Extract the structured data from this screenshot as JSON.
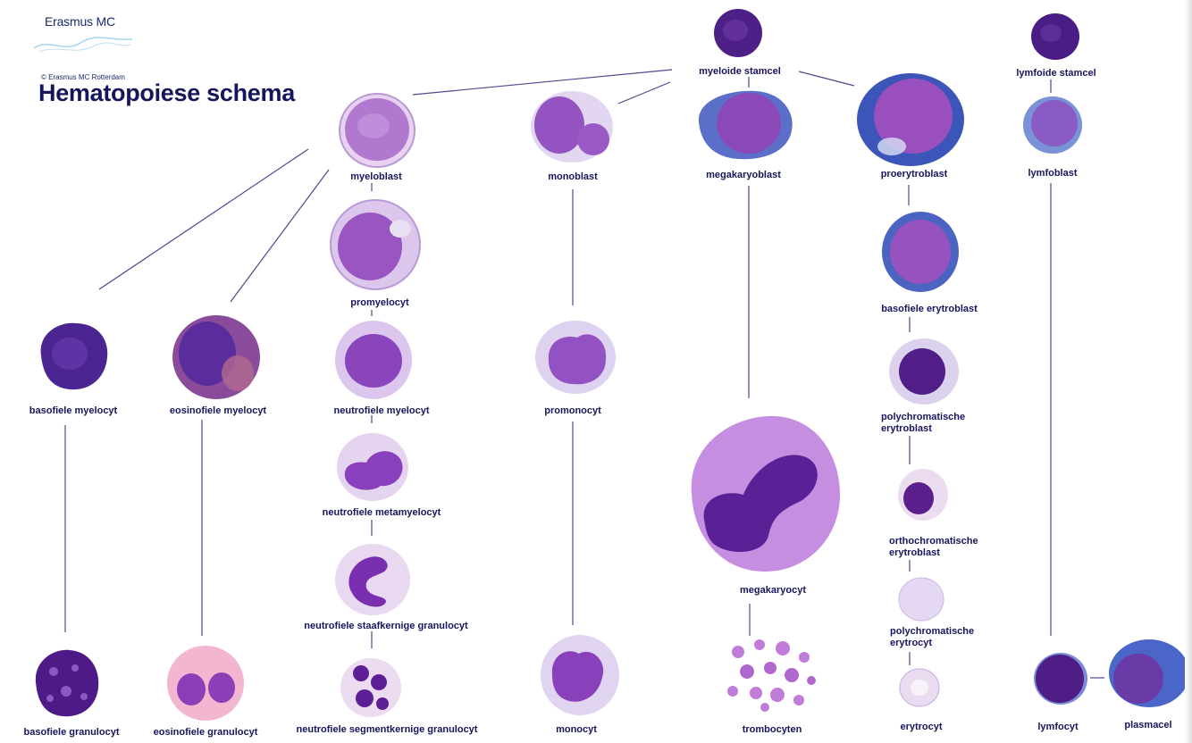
{
  "header": {
    "logo_name": "Erasmus MC",
    "copyright": "© Erasmus MC Rotterdam",
    "title": "Hematopoiese schema"
  },
  "cells": {
    "myeloide_stamcel": "myeloide stamcel",
    "lymfoide_stamcel": "lymfoide stamcel",
    "myeloblast": "myeloblast",
    "monoblast": "monoblast",
    "megakaryoblast": "megakaryoblast",
    "proerytroblast": "proerytroblast",
    "lymfoblast": "lymfoblast",
    "promyelocyt": "promyelocyt",
    "basofiele_erytroblast": "basofiele erytroblast",
    "basofiele_myelocyt": "basofiele myelocyt",
    "eosinofiele_myelocyt": "eosinofiele myelocyt",
    "neutrofiele_myelocyt": "neutrofiele myelocyt",
    "promonocyt": "promonocyt",
    "polychromatische_erytroblast_1": "polychromatische",
    "polychromatische_erytroblast_2": "erytroblast",
    "neutrofiele_metamyelocyt": "neutrofiele metamyelocyt",
    "megakaryocyt": "megakaryocyt",
    "orthochromatische_erytroblast_1": "orthochromatische",
    "orthochromatische_erytroblast_2": "erytroblast",
    "neutrofiele_staafkernige": "neutrofiele staafkernige granulocyt",
    "polychromatische_erytrocyt_1": "polychromatische",
    "polychromatische_erytrocyt_2": "erytrocyt",
    "basofiele_granulocyt": "basofiele granulocyt",
    "eosinofiele_granulocyt": "eosinofiele granulocyt",
    "neutrofiele_segmentkernige": "neutrofiele segmentkernige granulocyt",
    "monocyt": "monocyt",
    "trombocyten": "trombocyten",
    "erytrocyt": "erytrocyt",
    "lymfocyt": "lymfocyt",
    "plasmacel": "plasmacel"
  },
  "colors": {
    "label": "#16165c",
    "connector": "#4a4a8e",
    "nucleus": "#5a2a9c",
    "cytoplasm": "#d9b8e8",
    "basophilic_cytoplasm": "#5a6bc4",
    "red_cell": "#f1e6f2"
  }
}
